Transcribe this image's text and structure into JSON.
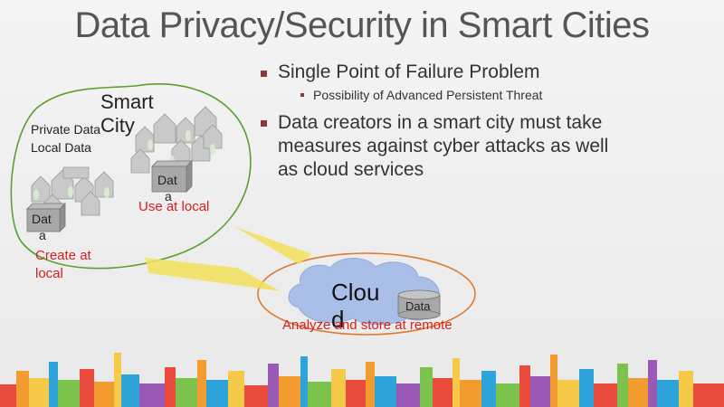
{
  "slide": {
    "title": "Data Privacy/Security in Smart Cities",
    "bullets": [
      "Single Point of Failure Problem",
      "Possibility of Advanced Persistent Threat",
      "Data creators in a smart city must take measures against cyber attacks as well as cloud services"
    ]
  },
  "diagram": {
    "smart_city_line1": "Smart",
    "smart_city_line2": "City",
    "private_data": "Private Data",
    "local_data": "Local Data",
    "dat_box_1_line1": "Dat",
    "dat_box_1_line2": "a",
    "dat_box_2_line1": "Dat",
    "dat_box_2_line2": "a",
    "use_at_local": "Use at local",
    "create_line1": "Create at",
    "create_line2": "local",
    "cloud_line1": "Clou",
    "cloud_line2": "d",
    "data_cylinder": "Data",
    "analyze": "Analyze and store at remote"
  },
  "colors": {
    "accent_red": "#d62020",
    "green_outline": "#5aa02c",
    "orange_outline": "#e07a2a",
    "cloud": "#a9bfe8",
    "bullet_square": "#8b3a3a"
  }
}
